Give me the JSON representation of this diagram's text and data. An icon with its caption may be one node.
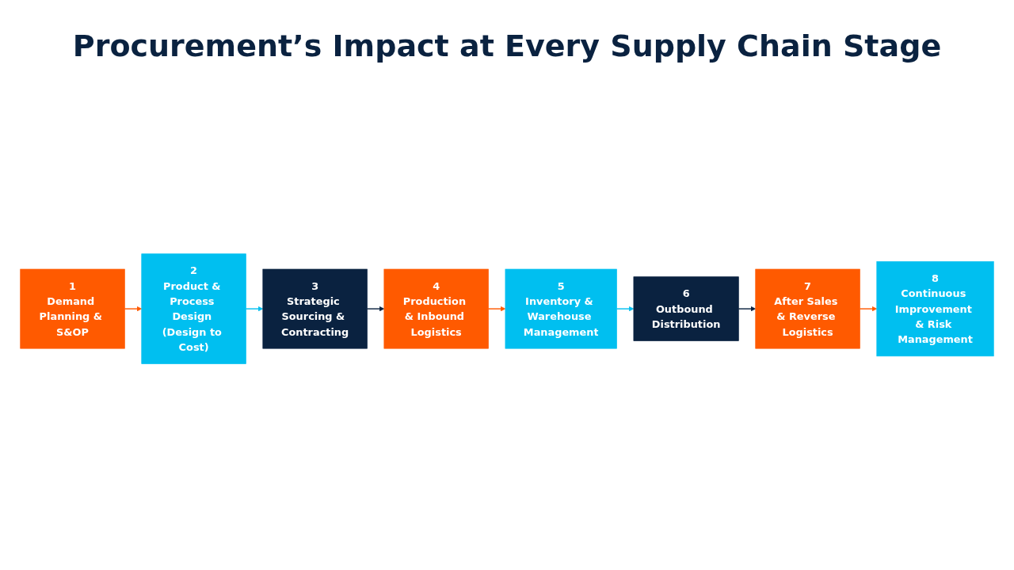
{
  "diagram": {
    "title": "Procurement’s Impact at Every Supply Chain Stage",
    "nodes": [
      {
        "text": [
          "1",
          "Demand Planning & S&OP"
        ]
      },
      {
        "text": [
          "2",
          "Product & Process Design (Design to Cost)"
        ]
      },
      {
        "text": [
          "3",
          "Strategic Sourcing & Contracting"
        ]
      },
      {
        "text": [
          "4",
          "Production & Inbound Logistics"
        ]
      },
      {
        "text": [
          "5",
          "Inventory & Warehouse Management"
        ]
      },
      {
        "text": [
          "6",
          "Outbound Distribution"
        ]
      },
      {
        "text": [
          "7",
          "After Sales & Reverse Logistics"
        ]
      },
      {
        "text": [
          "8",
          "Continuous Improvement & Risk Management"
        ]
      }
    ],
    "edges": [
      {
        "from": 0,
        "to": 1,
        "arrow": "to"
      },
      {
        "from": 1,
        "to": 2,
        "arrow": "to",
        "color": "#00bff0"
      },
      {
        "from": 2,
        "to": 3,
        "arrow": "to",
        "color": "#0a2240"
      },
      {
        "from": 3,
        "to": 4,
        "arrow": "to"
      },
      {
        "from": 4,
        "to": 5,
        "arrow": "to",
        "color": "#00bff0"
      },
      {
        "from": 5,
        "to": 6,
        "arrow": "to",
        "color": "#0a2240"
      },
      {
        "from": 6,
        "to": 7,
        "arrow": "to"
      }
    ]
  }
}
